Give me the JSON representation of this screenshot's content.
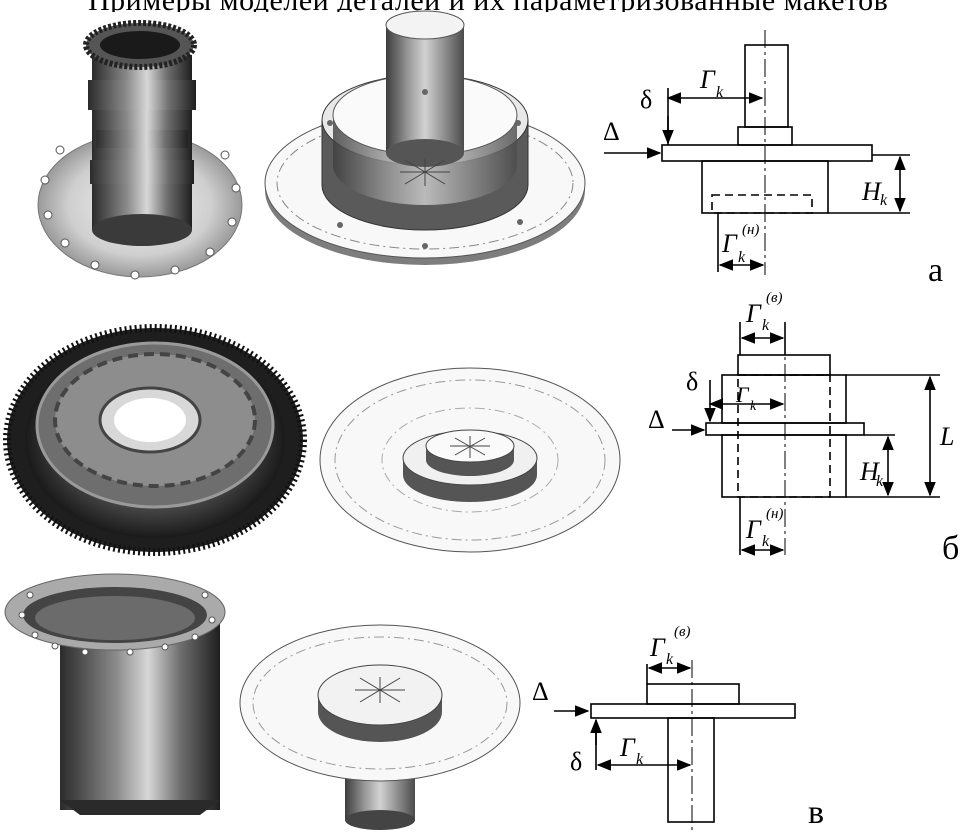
{
  "header_fragment": "Примеры моделей деталей и их параметризованные макетов",
  "rows": [
    {
      "panel_letter": "а"
    },
    {
      "panel_letter": "б"
    },
    {
      "panel_letter": "в"
    }
  ],
  "symbols": {
    "delta_upper": "Δ",
    "delta_lower": "δ",
    "gamma_k": "Г",
    "k": "k",
    "sup_n": "(н)",
    "sup_v": "(в)",
    "H": "H",
    "L": "L"
  }
}
